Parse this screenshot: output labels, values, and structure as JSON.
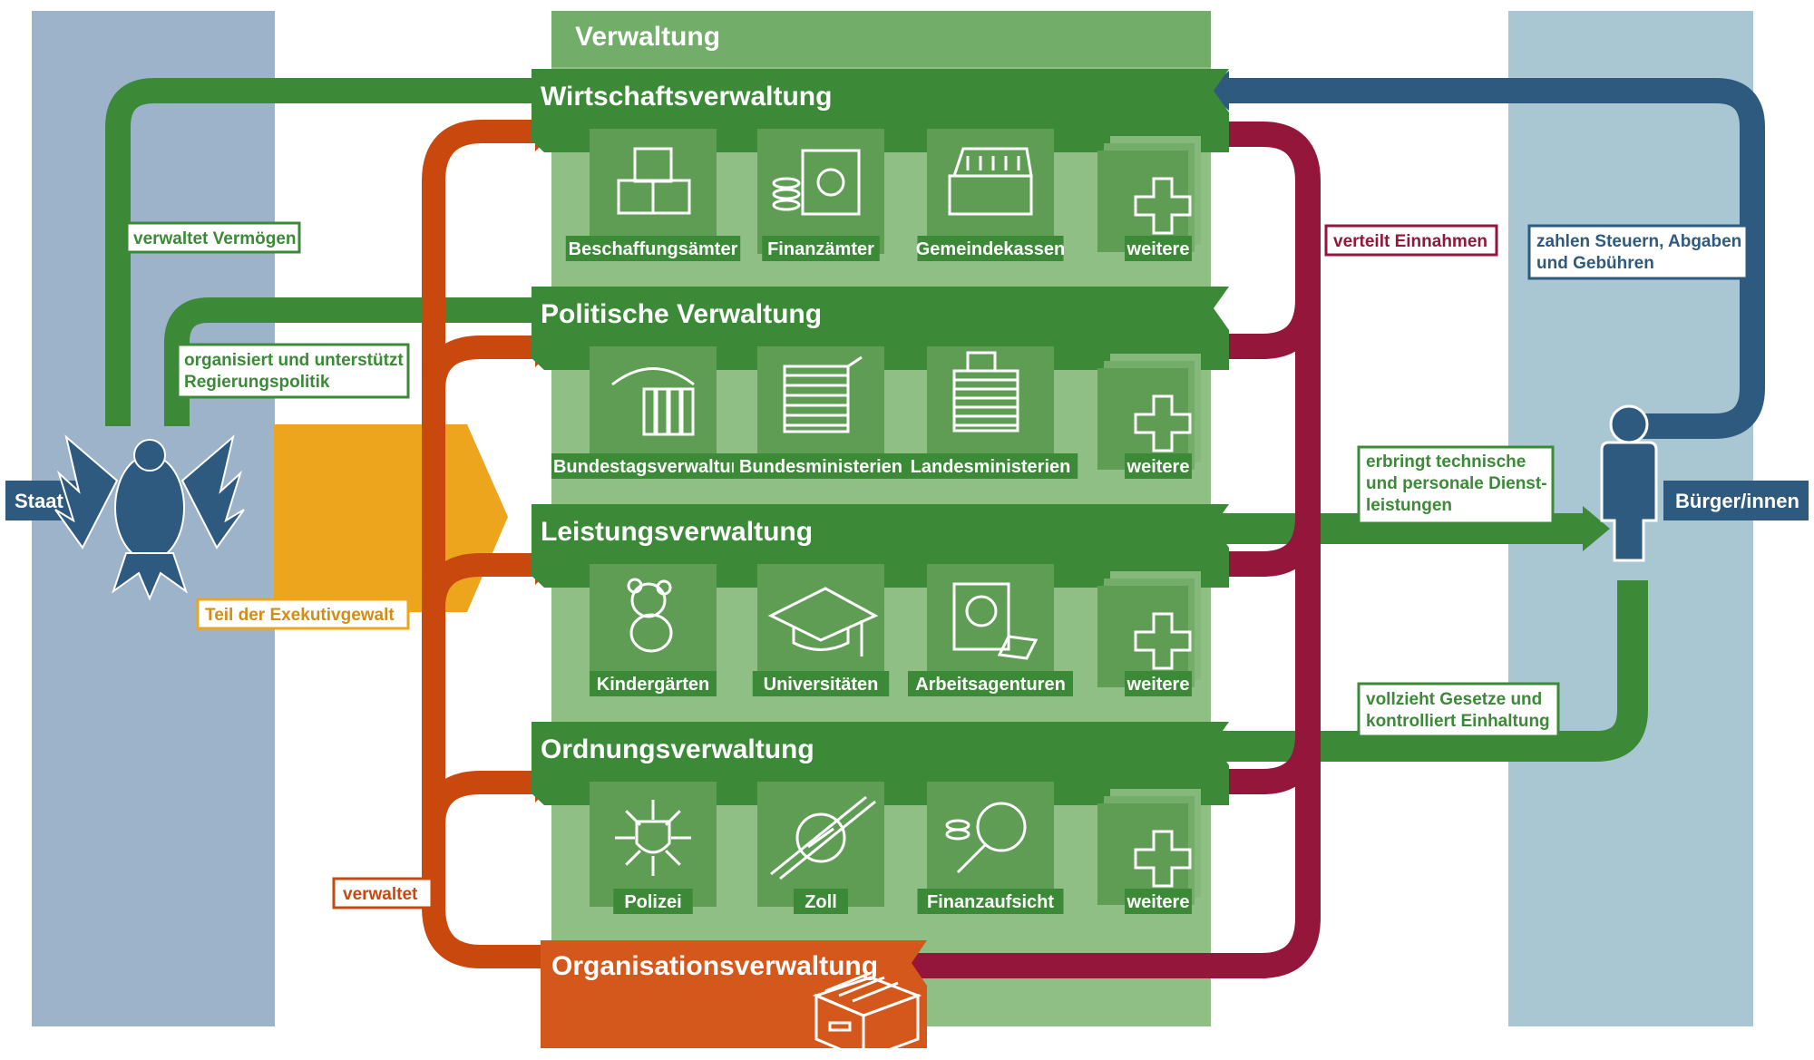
{
  "title": "Verwaltung",
  "left_actor": {
    "label": "Staat"
  },
  "right_actor": {
    "label": "Bürger/innen"
  },
  "sections": [
    {
      "heading": "Wirtschaftsverwaltung",
      "items": [
        "Beschaffungsämter",
        "Finanzämter",
        "Gemeindekassen",
        "weitere"
      ],
      "icons": [
        "boxes-icon",
        "safe-icon",
        "cash-register-icon",
        "plus-icon"
      ]
    },
    {
      "heading": "Politische Verwaltung",
      "items": [
        "Bundestagsverwaltung",
        "Bundesministerien",
        "Landesministerien",
        "weitere"
      ],
      "icons": [
        "parliament-files-icon",
        "ministry-building-icon",
        "state-building-icon",
        "plus-icon"
      ]
    },
    {
      "heading": "Leistungsverwaltung",
      "items": [
        "Kindergärten",
        "Universitäten",
        "Arbeitsagenturen",
        "weitere"
      ],
      "icons": [
        "teddy-bear-icon",
        "graduation-cap-icon",
        "job-agency-icon",
        "plus-icon"
      ]
    },
    {
      "heading": "Ordnungsverwaltung",
      "items": [
        "Polizei",
        "Zoll",
        "Finanzaufsicht",
        "weitere"
      ],
      "icons": [
        "police-star-icon",
        "customs-barrier-icon",
        "magnifier-icon",
        "plus-icon"
      ]
    }
  ],
  "organisation": {
    "heading": "Organisationsverwaltung",
    "icon": "file-drawer-icon"
  },
  "annotations": {
    "verwaltet_vermoegen": "verwaltet Vermögen",
    "organisiert_1": "organisiert und unterstützt",
    "organisiert_2": "Regierungspolitik",
    "teil_exekutive": "Teil der Exekutivgewalt",
    "verwaltet": "verwaltet",
    "verteilt": "verteilt Einnahmen",
    "steuern_1": "zahlen Steuern, Abgaben",
    "steuern_2": "und Gebühren",
    "dienst_1": "erbringt technische",
    "dienst_2": "und personale Dienst-",
    "dienst_3": "leistungen",
    "gesetze_1": "vollzieht Gesetze und",
    "gesetze_2": "kontrolliert Einhaltung"
  },
  "colors": {
    "green_dark": "#3c8a38",
    "green_panel": "#8fbf84",
    "orange": "#c9480e",
    "maroon": "#94163a",
    "blue": "#2e5a80",
    "yellow": "#eda51e",
    "col_left": "#9cb3c9",
    "col_right": "#a9c6d3"
  }
}
